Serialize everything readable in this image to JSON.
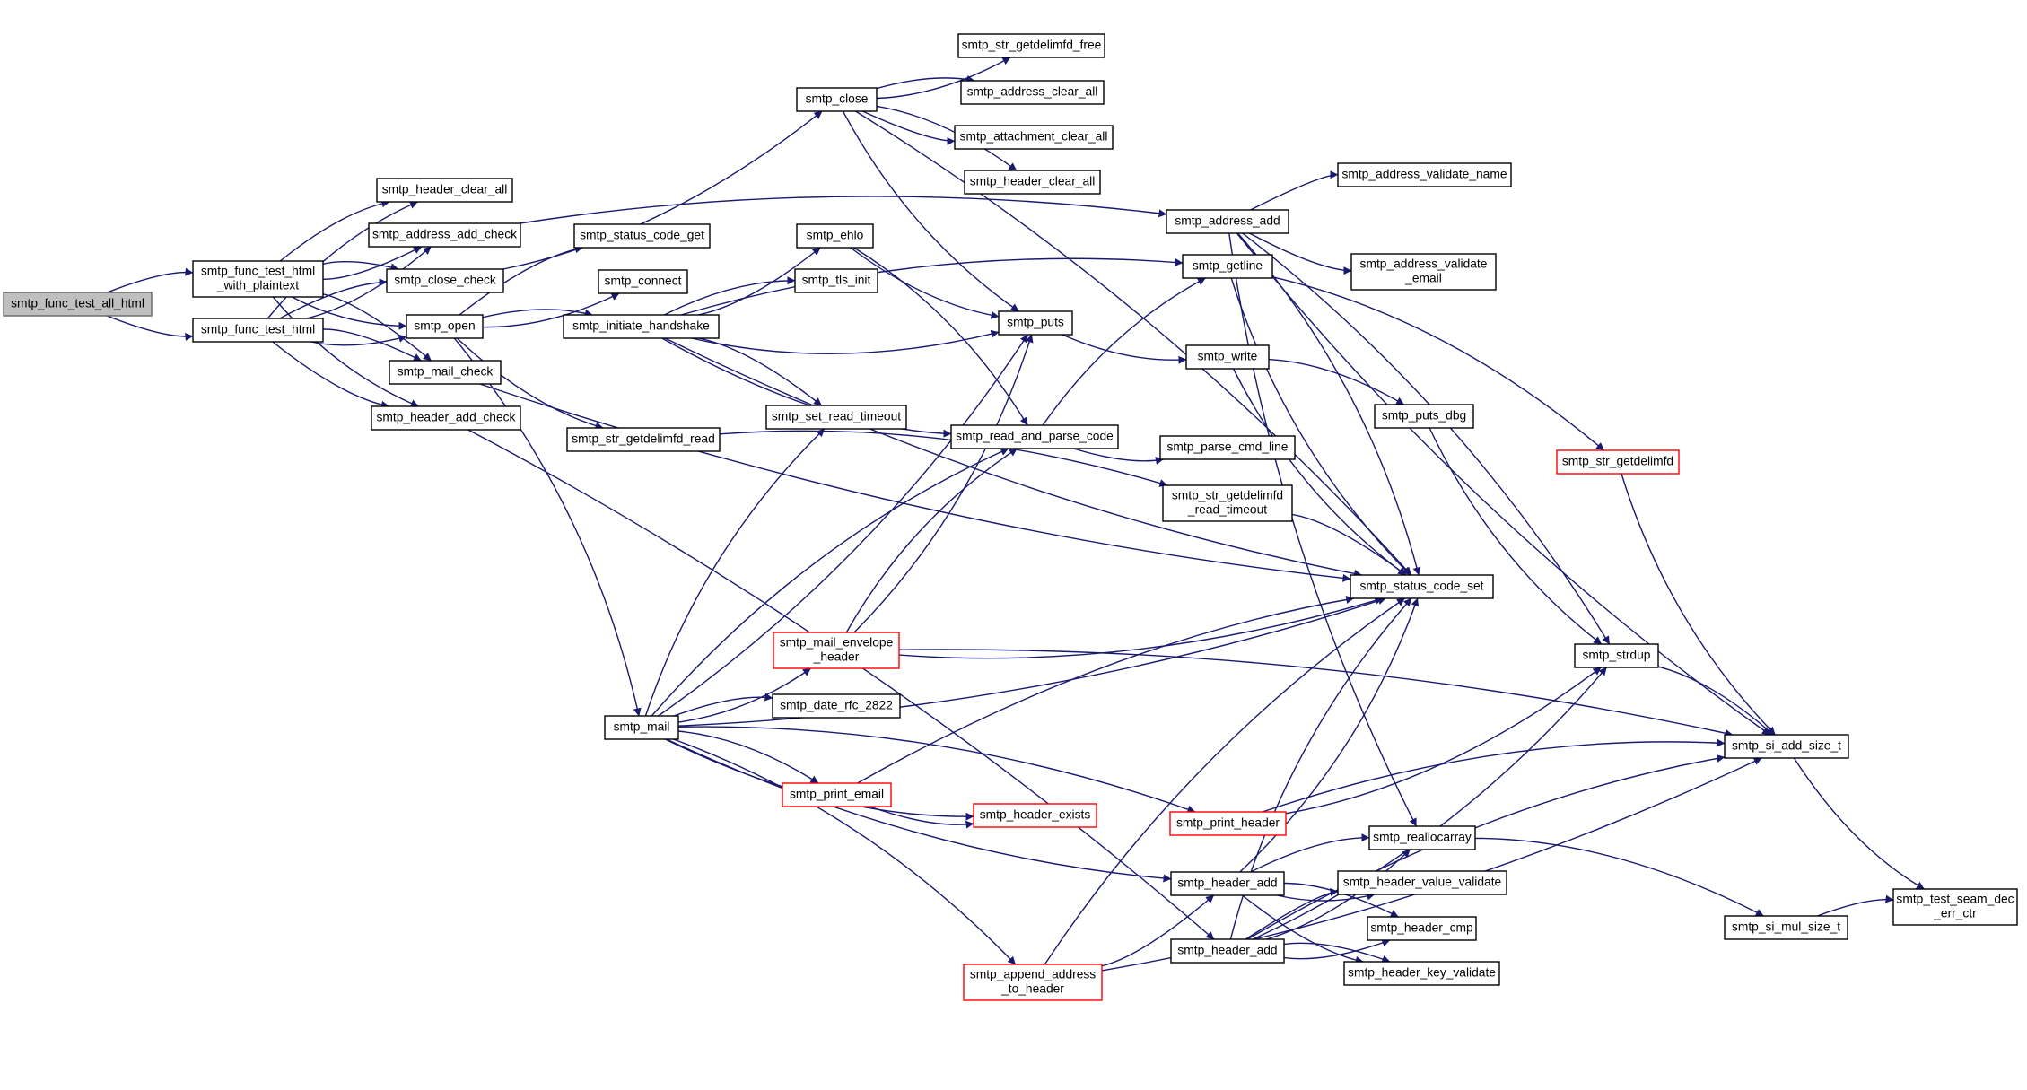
{
  "colors": {
    "edge": "#191970",
    "node_border": "#000000",
    "node_border_red": "#ff0000",
    "root_fill": "#bfbfbf"
  },
  "nodes": [
    {
      "id": "smtp_func_test_all_html",
      "lines": [
        "smtp_func_test_all_html"
      ],
      "style": "root"
    },
    {
      "id": "smtp_func_test_html_with_plaintext",
      "lines": [
        "smtp_func_test_html",
        "_with_plaintext"
      ]
    },
    {
      "id": "smtp_func_test_html",
      "lines": [
        "smtp_func_test_html"
      ]
    },
    {
      "id": "smtp_header_clear_all_1",
      "lines": [
        "smtp_header_clear_all"
      ]
    },
    {
      "id": "smtp_address_add_check",
      "lines": [
        "smtp_address_add_check"
      ]
    },
    {
      "id": "smtp_close_check",
      "lines": [
        "smtp_close_check"
      ]
    },
    {
      "id": "smtp_open",
      "lines": [
        "smtp_open"
      ]
    },
    {
      "id": "smtp_mail_check",
      "lines": [
        "smtp_mail_check"
      ]
    },
    {
      "id": "smtp_header_add_check",
      "lines": [
        "smtp_header_add_check"
      ]
    },
    {
      "id": "smtp_status_code_get",
      "lines": [
        "smtp_status_code_get"
      ]
    },
    {
      "id": "smtp_connect",
      "lines": [
        "smtp_connect"
      ]
    },
    {
      "id": "smtp_initiate_handshake",
      "lines": [
        "smtp_initiate_handshake"
      ]
    },
    {
      "id": "smtp_str_getdelimfd_read",
      "lines": [
        "smtp_str_getdelimfd_read"
      ]
    },
    {
      "id": "smtp_close",
      "lines": [
        "smtp_close"
      ]
    },
    {
      "id": "smtp_str_getdelimfd_free",
      "lines": [
        "smtp_str_getdelimfd_free"
      ]
    },
    {
      "id": "smtp_address_clear_all",
      "lines": [
        "smtp_address_clear_all"
      ]
    },
    {
      "id": "smtp_attachment_clear_all",
      "lines": [
        "smtp_attachment_clear_all"
      ]
    },
    {
      "id": "smtp_header_clear_all_2",
      "lines": [
        "smtp_header_clear_all"
      ]
    },
    {
      "id": "smtp_ehlo",
      "lines": [
        "smtp_ehlo"
      ]
    },
    {
      "id": "smtp_tls_init",
      "lines": [
        "smtp_tls_init"
      ]
    },
    {
      "id": "smtp_puts",
      "lines": [
        "smtp_puts"
      ]
    },
    {
      "id": "smtp_set_read_timeout",
      "lines": [
        "smtp_set_read_timeout"
      ]
    },
    {
      "id": "smtp_read_and_parse_code",
      "lines": [
        "smtp_read_and_parse_code"
      ]
    },
    {
      "id": "smtp_mail_envelope_header",
      "lines": [
        "smtp_mail_envelope",
        "_header"
      ],
      "style": "red"
    },
    {
      "id": "smtp_date_rfc_2822",
      "lines": [
        "smtp_date_rfc_2822"
      ]
    },
    {
      "id": "smtp_mail",
      "lines": [
        "smtp_mail"
      ]
    },
    {
      "id": "smtp_print_email",
      "lines": [
        "smtp_print_email"
      ],
      "style": "red"
    },
    {
      "id": "smtp_header_exists",
      "lines": [
        "smtp_header_exists"
      ],
      "style": "red"
    },
    {
      "id": "smtp_print_header",
      "lines": [
        "smtp_print_header"
      ],
      "style": "red"
    },
    {
      "id": "smtp_append_address_to_header",
      "lines": [
        "smtp_append_address",
        "_to_header"
      ],
      "style": "red"
    },
    {
      "id": "smtp_address_add",
      "lines": [
        "smtp_address_add"
      ]
    },
    {
      "id": "smtp_getline",
      "lines": [
        "smtp_getline"
      ]
    },
    {
      "id": "smtp_write",
      "lines": [
        "smtp_write"
      ]
    },
    {
      "id": "smtp_parse_cmd_line",
      "lines": [
        "smtp_parse_cmd_line"
      ]
    },
    {
      "id": "smtp_str_getdelimfd_read_timeout",
      "lines": [
        "smtp_str_getdelimfd",
        "_read_timeout"
      ]
    },
    {
      "id": "smtp_header_add_1",
      "lines": [
        "smtp_header_add"
      ]
    },
    {
      "id": "smtp_header_add_2",
      "lines": [
        "smtp_header_add"
      ]
    },
    {
      "id": "smtp_address_validate_name",
      "lines": [
        "smtp_address_validate_name"
      ]
    },
    {
      "id": "smtp_address_validate_email",
      "lines": [
        "smtp_address_validate",
        "_email"
      ]
    },
    {
      "id": "smtp_puts_dbg",
      "lines": [
        "smtp_puts_dbg"
      ]
    },
    {
      "id": "smtp_status_code_set",
      "lines": [
        "smtp_status_code_set"
      ]
    },
    {
      "id": "smtp_reallocarray",
      "lines": [
        "smtp_reallocarray"
      ]
    },
    {
      "id": "smtp_header_value_validate",
      "lines": [
        "smtp_header_value_validate"
      ]
    },
    {
      "id": "smtp_header_cmp",
      "lines": [
        "smtp_header_cmp"
      ]
    },
    {
      "id": "smtp_header_key_validate",
      "lines": [
        "smtp_header_key_validate"
      ]
    },
    {
      "id": "smtp_str_getdelimfd",
      "lines": [
        "smtp_str_getdelimfd"
      ],
      "style": "red"
    },
    {
      "id": "smtp_strdup",
      "lines": [
        "smtp_strdup"
      ]
    },
    {
      "id": "smtp_si_add_size_t",
      "lines": [
        "smtp_si_add_size_t"
      ]
    },
    {
      "id": "smtp_si_mul_size_t",
      "lines": [
        "smtp_si_mul_size_t"
      ]
    },
    {
      "id": "smtp_test_seam_dec_err_ctr",
      "lines": [
        "smtp_test_seam_dec",
        "_err_ctr"
      ]
    }
  ],
  "edges": [
    [
      "smtp_func_test_all_html",
      "smtp_func_test_html_with_plaintext"
    ],
    [
      "smtp_func_test_all_html",
      "smtp_func_test_html"
    ],
    [
      "smtp_func_test_html_with_plaintext",
      "smtp_header_clear_all_1"
    ],
    [
      "smtp_func_test_html_with_plaintext",
      "smtp_address_add_check"
    ],
    [
      "smtp_func_test_html_with_plaintext",
      "smtp_close_check"
    ],
    [
      "smtp_func_test_html_with_plaintext",
      "smtp_open"
    ],
    [
      "smtp_func_test_html_with_plaintext",
      "smtp_mail_check"
    ],
    [
      "smtp_func_test_html_with_plaintext",
      "smtp_header_add_check"
    ],
    [
      "smtp_func_test_html",
      "smtp_header_clear_all_1"
    ],
    [
      "smtp_func_test_html",
      "smtp_address_add_check"
    ],
    [
      "smtp_func_test_html",
      "smtp_close_check"
    ],
    [
      "smtp_func_test_html",
      "smtp_open"
    ],
    [
      "smtp_func_test_html",
      "smtp_mail_check"
    ],
    [
      "smtp_func_test_html",
      "smtp_header_add_check"
    ],
    [
      "smtp_address_add_check",
      "smtp_address_add"
    ],
    [
      "smtp_close_check",
      "smtp_close"
    ],
    [
      "smtp_open",
      "smtp_status_code_get"
    ],
    [
      "smtp_open",
      "smtp_connect"
    ],
    [
      "smtp_open",
      "smtp_initiate_handshake"
    ],
    [
      "smtp_open",
      "smtp_str_getdelimfd_read"
    ],
    [
      "smtp_open",
      "smtp_mail"
    ],
    [
      "smtp_mail_check",
      "smtp_status_code_set"
    ],
    [
      "smtp_header_add_check",
      "smtp_header_add_2"
    ],
    [
      "smtp_close",
      "smtp_str_getdelimfd_free"
    ],
    [
      "smtp_close",
      "smtp_address_clear_all"
    ],
    [
      "smtp_close",
      "smtp_attachment_clear_all"
    ],
    [
      "smtp_close",
      "smtp_header_clear_all_2"
    ],
    [
      "smtp_close",
      "smtp_puts"
    ],
    [
      "smtp_close",
      "smtp_status_code_set"
    ],
    [
      "smtp_initiate_handshake",
      "smtp_ehlo"
    ],
    [
      "smtp_initiate_handshake",
      "smtp_tls_init"
    ],
    [
      "smtp_initiate_handshake",
      "smtp_puts"
    ],
    [
      "smtp_initiate_handshake",
      "smtp_set_read_timeout"
    ],
    [
      "smtp_initiate_handshake",
      "smtp_read_and_parse_code"
    ],
    [
      "smtp_initiate_handshake",
      "smtp_getline"
    ],
    [
      "smtp_initiate_handshake",
      "smtp_status_code_set"
    ],
    [
      "smtp_str_getdelimfd_read",
      "smtp_str_getdelimfd_read_timeout"
    ],
    [
      "smtp_ehlo",
      "smtp_puts"
    ],
    [
      "smtp_ehlo",
      "smtp_read_and_parse_code"
    ],
    [
      "smtp_puts",
      "smtp_write"
    ],
    [
      "smtp_read_and_parse_code",
      "smtp_getline"
    ],
    [
      "smtp_read_and_parse_code",
      "smtp_parse_cmd_line"
    ],
    [
      "smtp_mail",
      "smtp_set_read_timeout"
    ],
    [
      "smtp_mail",
      "smtp_puts"
    ],
    [
      "smtp_mail",
      "smtp_read_and_parse_code"
    ],
    [
      "smtp_mail",
      "smtp_mail_envelope_header"
    ],
    [
      "smtp_mail",
      "smtp_date_rfc_2822"
    ],
    [
      "smtp_mail",
      "smtp_status_code_set"
    ],
    [
      "smtp_mail",
      "smtp_print_email"
    ],
    [
      "smtp_mail",
      "smtp_header_exists"
    ],
    [
      "smtp_mail",
      "smtp_print_header"
    ],
    [
      "smtp_mail",
      "smtp_header_add_1"
    ],
    [
      "smtp_mail",
      "smtp_append_address_to_header"
    ],
    [
      "smtp_mail_envelope_header",
      "smtp_puts"
    ],
    [
      "smtp_mail_envelope_header",
      "smtp_read_and_parse_code"
    ],
    [
      "smtp_mail_envelope_header",
      "smtp_status_code_set"
    ],
    [
      "smtp_mail_envelope_header",
      "smtp_si_add_size_t"
    ],
    [
      "smtp_print_email",
      "smtp_header_exists"
    ],
    [
      "smtp_print_email",
      "smtp_status_code_set"
    ],
    [
      "smtp_print_header",
      "smtp_strdup"
    ],
    [
      "smtp_print_header",
      "smtp_si_add_size_t"
    ],
    [
      "smtp_append_address_to_header",
      "smtp_header_add_1"
    ],
    [
      "smtp_append_address_to_header",
      "smtp_status_code_set"
    ],
    [
      "smtp_append_address_to_header",
      "smtp_si_add_size_t"
    ],
    [
      "smtp_address_add",
      "smtp_address_validate_name"
    ],
    [
      "smtp_address_add",
      "smtp_address_validate_email"
    ],
    [
      "smtp_address_add",
      "smtp_status_code_set"
    ],
    [
      "smtp_address_add",
      "smtp_reallocarray"
    ],
    [
      "smtp_address_add",
      "smtp_strdup"
    ],
    [
      "smtp_address_add",
      "smtp_si_add_size_t"
    ],
    [
      "smtp_getline",
      "smtp_str_getdelimfd"
    ],
    [
      "smtp_getline",
      "smtp_status_code_set"
    ],
    [
      "smtp_write",
      "smtp_puts_dbg"
    ],
    [
      "smtp_write",
      "smtp_status_code_set"
    ],
    [
      "smtp_str_getdelimfd_read_timeout",
      "smtp_status_code_set"
    ],
    [
      "smtp_header_add_1",
      "smtp_status_code_set"
    ],
    [
      "smtp_header_add_1",
      "smtp_reallocarray"
    ],
    [
      "smtp_header_add_1",
      "smtp_header_value_validate"
    ],
    [
      "smtp_header_add_1",
      "smtp_header_cmp"
    ],
    [
      "smtp_header_add_1",
      "smtp_header_key_validate"
    ],
    [
      "smtp_header_add_2",
      "smtp_status_code_set"
    ],
    [
      "smtp_header_add_2",
      "smtp_reallocarray"
    ],
    [
      "smtp_header_add_2",
      "smtp_header_value_validate"
    ],
    [
      "smtp_header_add_2",
      "smtp_header_cmp"
    ],
    [
      "smtp_header_add_2",
      "smtp_header_key_validate"
    ],
    [
      "smtp_header_add_2",
      "smtp_strdup"
    ],
    [
      "smtp_header_add_2",
      "smtp_si_add_size_t"
    ],
    [
      "smtp_puts_dbg",
      "smtp_strdup"
    ],
    [
      "smtp_reallocarray",
      "smtp_si_mul_size_t"
    ],
    [
      "smtp_str_getdelimfd",
      "smtp_si_add_size_t"
    ],
    [
      "smtp_strdup",
      "smtp_si_add_size_t"
    ],
    [
      "smtp_si_add_size_t",
      "smtp_test_seam_dec_err_ctr"
    ],
    [
      "smtp_si_mul_size_t",
      "smtp_test_seam_dec_err_ctr"
    ]
  ]
}
